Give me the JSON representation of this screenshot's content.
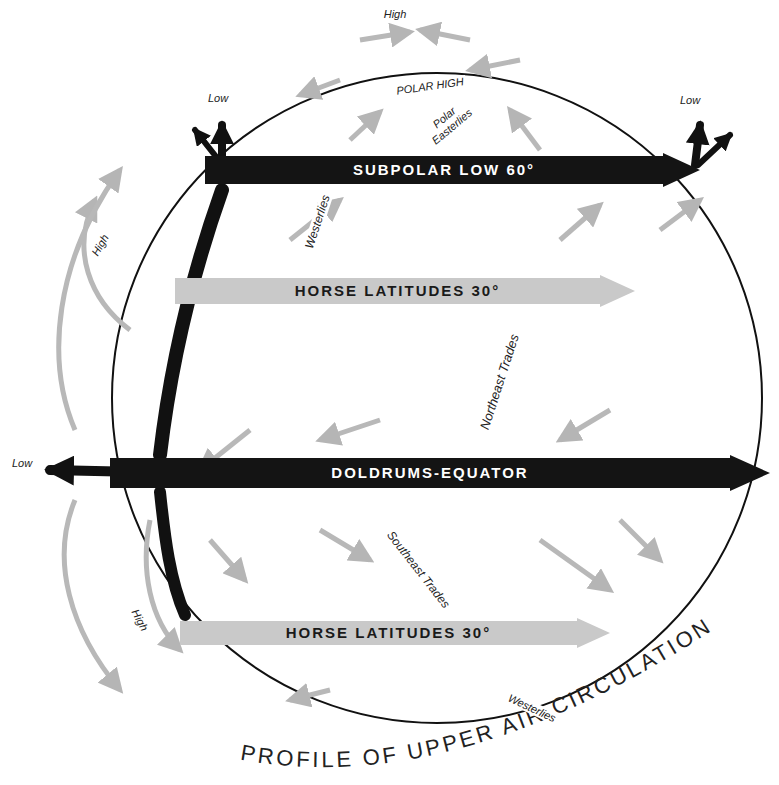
{
  "diagram": {
    "caption": "PROFILE OF UPPER AIR CIRCULATION",
    "nodes": [
      {
        "text": [
          "SUBPOLAR LOW 60°"
        ]
      },
      {
        "text": [
          "HORSE LATITUDES 30°"
        ]
      },
      {
        "text": [
          "DOLDRUMS-EQUATOR"
        ]
      },
      {
        "text": [
          "HORSE LATITUDES 30°"
        ]
      }
    ],
    "labels": [
      "High",
      "POLAR HIGH",
      "Polar Easterlies",
      "Low",
      "Low",
      "Westerlies",
      "High",
      "Northeast Trades",
      "Low",
      "Southeast Trades",
      "High",
      "Westerlies"
    ]
  }
}
